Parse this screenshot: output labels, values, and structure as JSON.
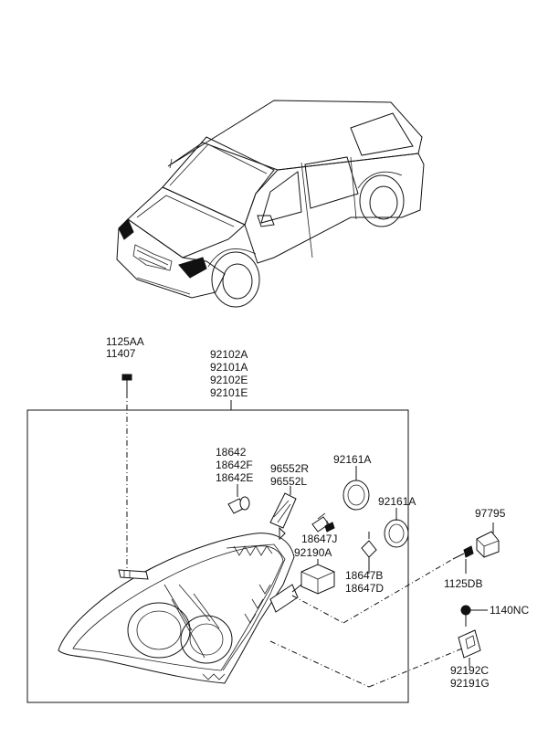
{
  "labels": {
    "screw_top_a": "1125AA",
    "screw_top_b": "11407",
    "assy_a": "92102A",
    "assy_b": "92101A",
    "assy_c": "92102E",
    "assy_d": "92101E",
    "bulb_a": "18642",
    "bulb_b": "18642F",
    "bulb_c": "18642E",
    "socket_a": "96552R",
    "socket_b": "96552L",
    "cap_1": "92161A",
    "cap_2": "92161A",
    "holder_a": "18647J",
    "actuator": "92190A",
    "hbulb_a": "18647B",
    "hbulb_b": "18647D",
    "motor": "97795",
    "screw_right": "1125DB",
    "bolt_right": "1140NC",
    "bracket_a": "92192C",
    "bracket_b": "92191G"
  }
}
